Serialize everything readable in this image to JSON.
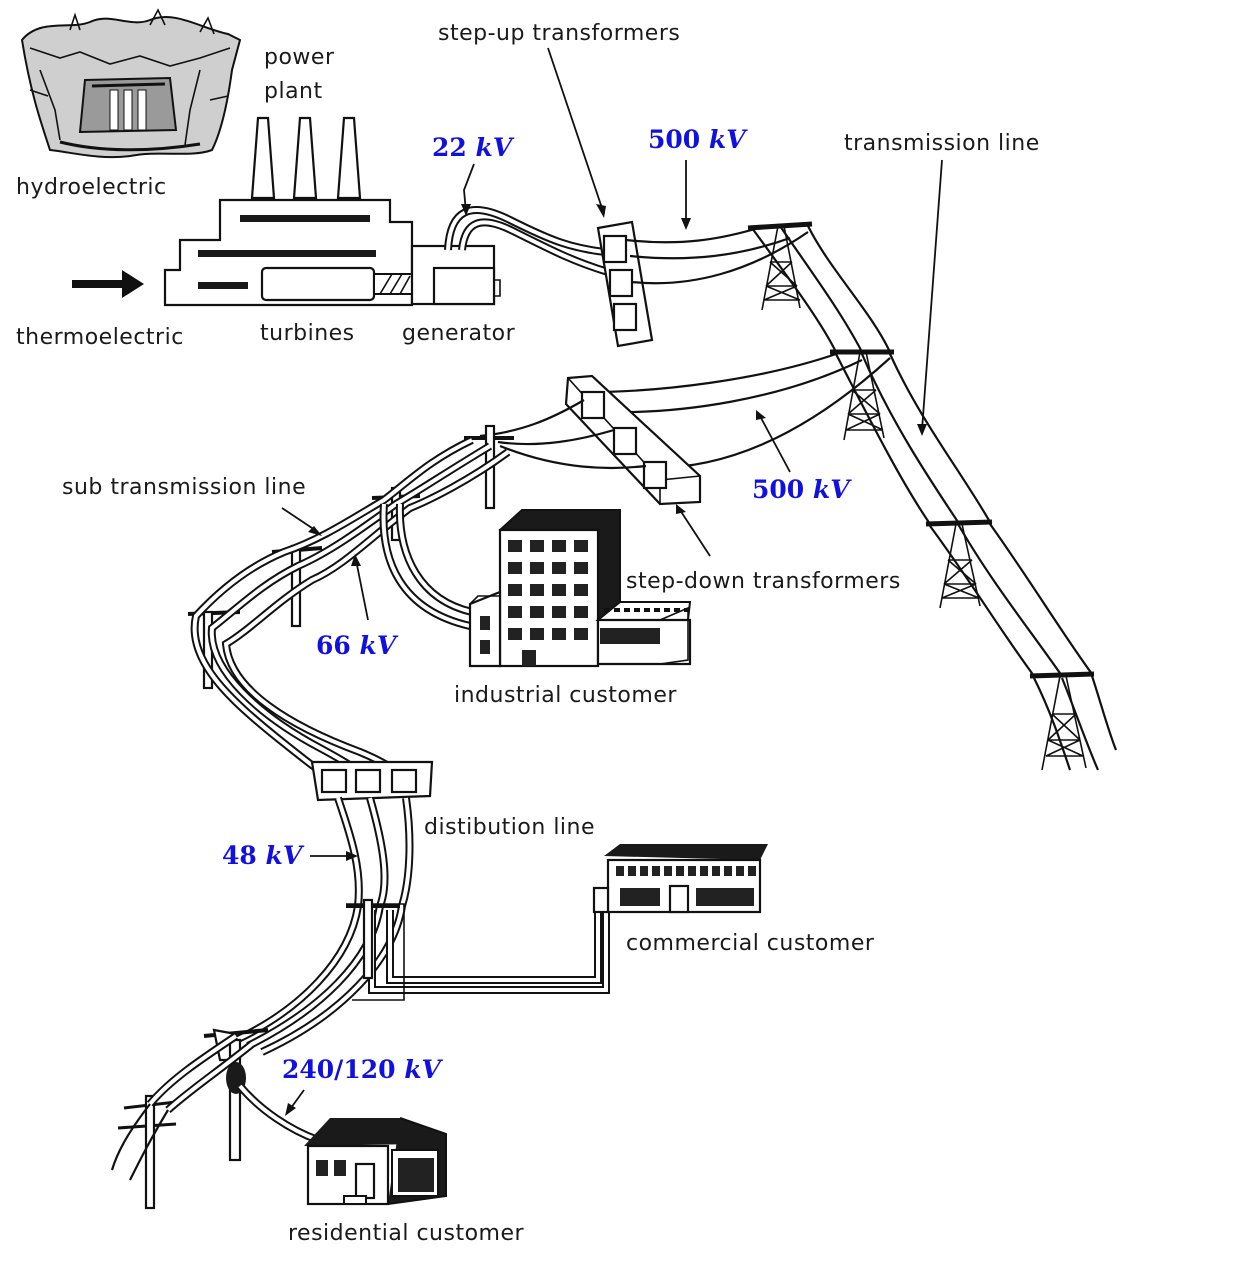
{
  "labels": {
    "power_plant_line1": "power",
    "power_plant_line2": "plant",
    "hydroelectric": "hydroelectric",
    "thermoelectric": "thermoelectric",
    "turbines": "turbines",
    "generator": "generator",
    "step_up_transformers": "step-up transformers",
    "transmission_line": "transmission line",
    "step_down_transformers": "step-down transformers",
    "sub_transmission_line": "sub transmission line",
    "industrial_customer": "industrial customer",
    "distribution_line": "distibution line",
    "commercial_customer": "commercial customer",
    "residential_customer": "residential customer"
  },
  "voltages": {
    "generator_out": {
      "value": "22",
      "unit": "kV"
    },
    "transmission_top": {
      "value": "500",
      "unit": "kV"
    },
    "transmission_mid": {
      "value": "500",
      "unit": "kV"
    },
    "sub_transmission": {
      "value": "66",
      "unit": "kV"
    },
    "distribution": {
      "value": "48",
      "unit": "kV"
    },
    "residential": {
      "value": "240/120",
      "unit": "kV"
    }
  },
  "colors": {
    "voltage_text": "#1010e0",
    "line_art": "#111111",
    "label_text": "#1a1a1a"
  }
}
